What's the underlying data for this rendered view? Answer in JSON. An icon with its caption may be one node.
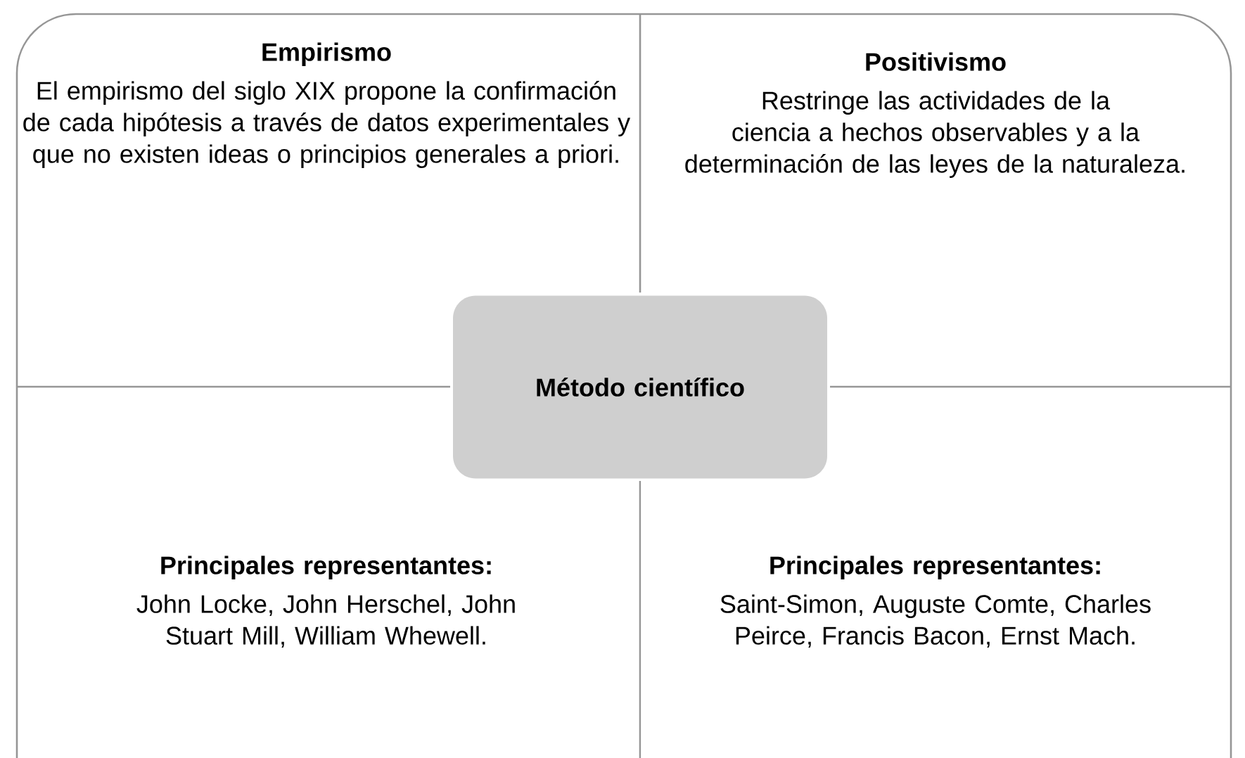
{
  "diagram": {
    "nodes": [
      {
        "text": [
          "Empirismo",
          "El empirismo del siglo XIX propone la confirmación de cada hipótesis a través de datos experimentales y que no existen ideas o principios generales a priori."
        ]
      },
      {
        "text": [
          "Positivismo",
          "Restringe las actividades de la ciencia a hechos observables y a la determinación de las leyes de la naturaleza."
        ]
      },
      {
        "text": [
          "Método científico"
        ]
      },
      {
        "text": [
          "Principales representantes:",
          "John Locke, John Herschel, John Stuart Mill, William Whewell."
        ]
      },
      {
        "text": [
          "Principales representantes:",
          "Saint-Simon, Auguste Comte, Charles Peirce, Francis Bacon, Ernst Mach."
        ]
      }
    ]
  }
}
